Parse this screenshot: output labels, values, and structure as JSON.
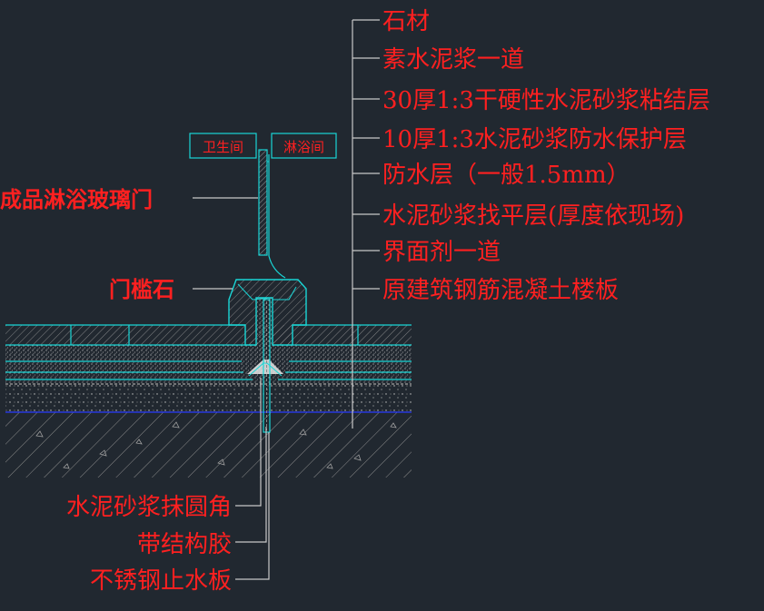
{
  "colors": {
    "background": "#212830",
    "label_red": "#ff2020",
    "cyan": "#19d6d6",
    "leader": "#c8c8c8",
    "hatch": "#9a9a9a",
    "blue_line": "#2a3cff"
  },
  "right_labels": [
    "石材",
    "素水泥浆一道",
    "30厚1:3干硬性水泥砂浆粘结层",
    "10厚1:3水泥砂浆防水保护层",
    "防水层（一般1.5mm）",
    "水泥砂浆找平层(厚度依现场)",
    "界面剂一道",
    "原建筑钢筋混凝土楼板"
  ],
  "left_labels": {
    "glass_door": "成品淋浴玻璃门",
    "threshold": "门槛石"
  },
  "bottom_labels": [
    "水泥砂浆抹圆角",
    "带结构胶",
    "不锈钢止水板"
  ],
  "room_labels": {
    "bathroom": "卫生间",
    "shower": "淋浴间"
  }
}
